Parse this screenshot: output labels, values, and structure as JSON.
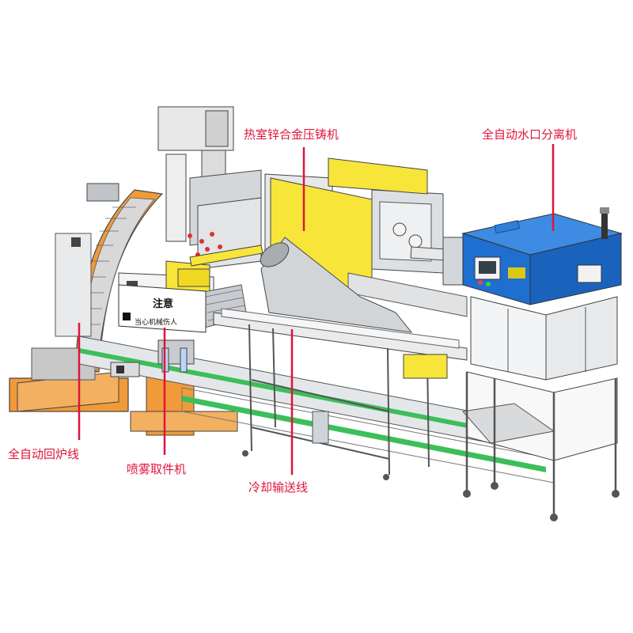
{
  "labels": {
    "die_casting_machine": "热室锌合金压铸机",
    "sprue_separator": "全自动水口分离机",
    "return_conveyor": "全自动回炉线",
    "spray_pickup": "喷雾取件机",
    "cooling_conveyor": "冷却输送线"
  },
  "warning_sign": {
    "title": "注意",
    "subtitle": "当心机械伤人"
  },
  "colors": {
    "callout": "#e0143c",
    "yellow": "#f7e53a",
    "blue": "#1f6fd0",
    "orange": "#f09a3a",
    "green": "#3cbf5a",
    "frame": "#cfd4da"
  }
}
